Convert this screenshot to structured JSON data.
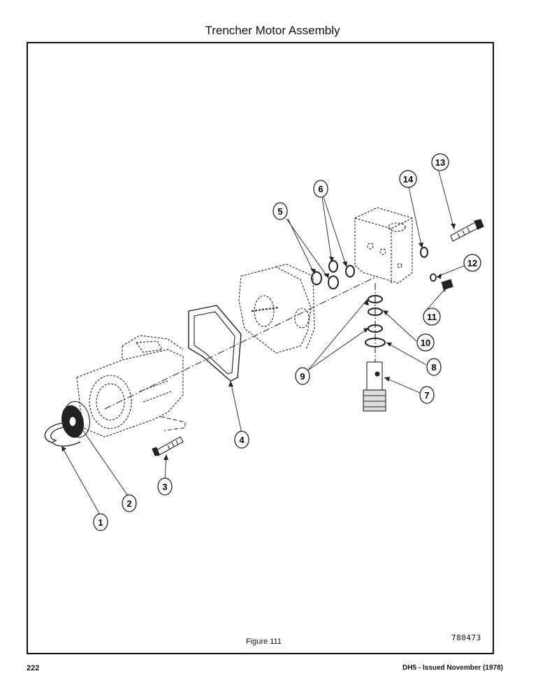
{
  "title": "Trencher Motor Assembly",
  "figure_label": "Figure 111",
  "drawing_number": "780473",
  "page_number": "222",
  "publication": "DH5 - Issued November (1978)",
  "callouts": [
    "1",
    "2",
    "3",
    "4",
    "5",
    "6",
    "7",
    "8",
    "9",
    "10",
    "11",
    "12",
    "13",
    "14"
  ]
}
